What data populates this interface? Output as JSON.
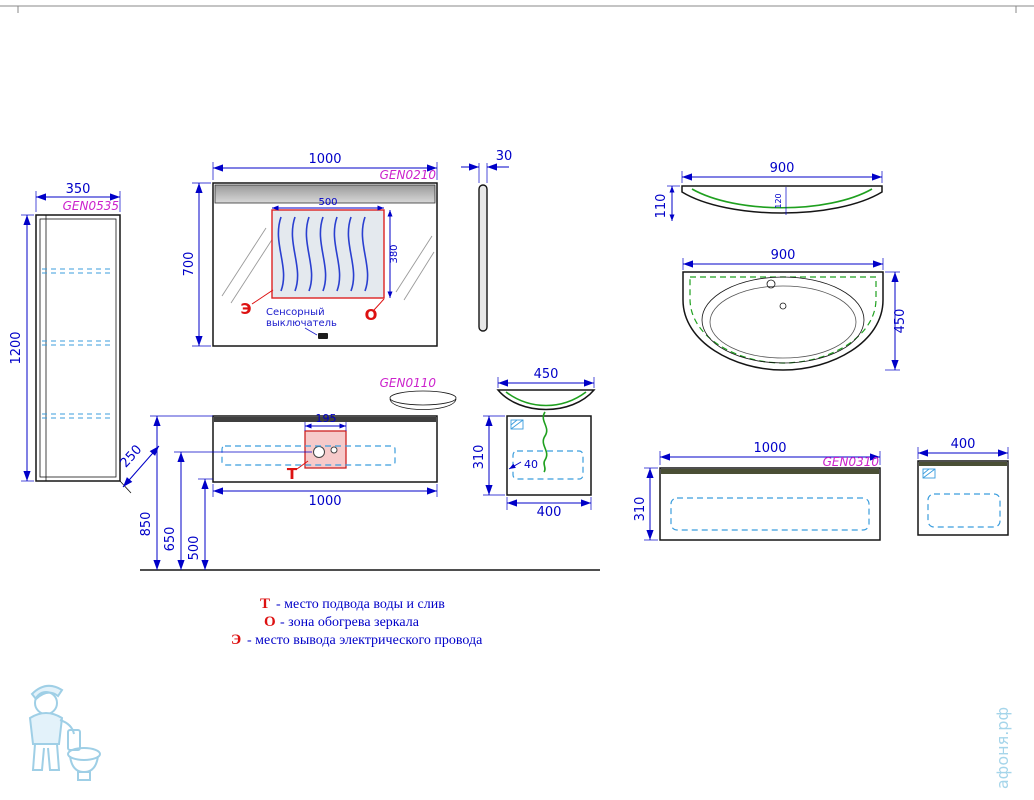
{
  "colors": {
    "dimension_blue": "#0000c8",
    "code_magenta": "#cc22cc",
    "marker_red": "#dd1111",
    "sink_green": "#1fa01f",
    "dashed_blue": "#3b9ddd",
    "watermark_blue": "#a5d5ea"
  },
  "tall_cabinet": {
    "code": "GEN0535",
    "width": "350",
    "height": "1200",
    "depth": "250"
  },
  "mirror": {
    "code": "GEN0210",
    "width": "1000",
    "height": "700",
    "thickness": "30",
    "heater_width": "500",
    "heater_height": "380",
    "marker_electric": "Э",
    "marker_heat": "О",
    "switch_line1": "Сенсорный",
    "switch_line2": "выключатель"
  },
  "sink_front_view": {
    "width": "900",
    "height": "110",
    "basin_depth": "120"
  },
  "sink_plan_view": {
    "width": "900",
    "depth": "450"
  },
  "vanity": {
    "code": "GEN0110",
    "drain_offset": "195",
    "width": "1000",
    "marker_water": "Т",
    "height_top": "850",
    "height_drain": "650",
    "height_bottom": "500"
  },
  "vanity_side": {
    "depth": "450",
    "height": "310",
    "cabinet_depth": "400",
    "gap": "40"
  },
  "wall_cabinet": {
    "code": "GEN0310",
    "width": "1000",
    "height": "310"
  },
  "wall_cabinet_side": {
    "depth": "400"
  },
  "legend": {
    "rows": [
      {
        "marker": "Т",
        "text": "-  место подвода воды и слив"
      },
      {
        "marker": "О",
        "text": "-  зона обогрева зеркала"
      },
      {
        "marker": "Э",
        "text": "-  место вывода электрического провода"
      }
    ]
  },
  "watermark": {
    "site": "афоня.рф"
  }
}
